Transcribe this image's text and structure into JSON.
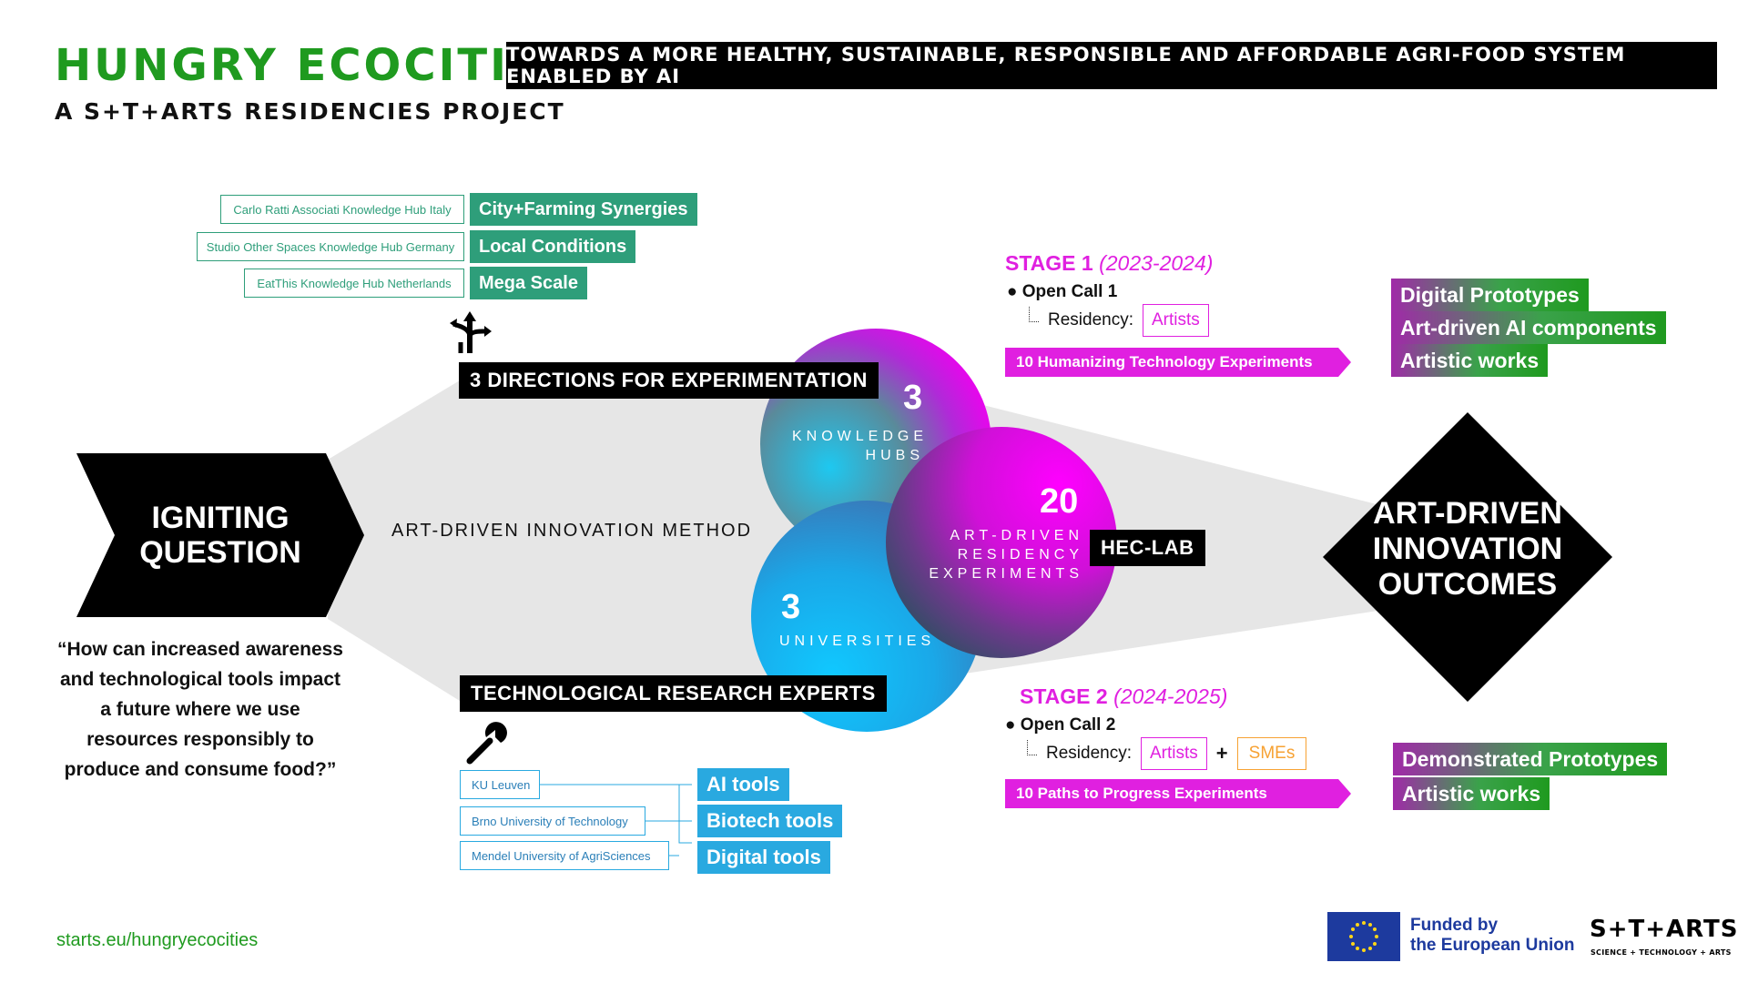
{
  "header": {
    "title": "HUNGRY ECOCITIES",
    "subtitle": "A S+T+ARTS RESIDENCIES PROJECT",
    "tagline": "TOWARDS A MORE HEALTHY, SUSTAINABLE, RESPONSIBLE AND AFFORDABLE AGRI-FOOD SYSTEM ENABLED BY AI"
  },
  "knowledge_hubs": [
    {
      "hub": "Carlo Ratti Associati Knowledge Hub Italy",
      "direction": "City+Farming Synergies"
    },
    {
      "hub": "Studio Other Spaces Knowledge Hub Germany",
      "direction": "Local Conditions"
    },
    {
      "hub": "EatThis Knowledge Hub Netherlands",
      "direction": "Mega Scale"
    }
  ],
  "directions_label": "3 DIRECTIONS FOR EXPERIMENTATION",
  "experts_label": "TECHNOLOGICAL RESEARCH EXPERTS",
  "universities": [
    "KU Leuven",
    "Brno University of Technology",
    "Mendel University of AgriSciences"
  ],
  "tools": [
    "AI tools",
    "Biotech tools",
    "Digital tools"
  ],
  "igniting": {
    "line1": "IGNITING",
    "line2": "QUESTION"
  },
  "question": "“How can increased awareness and technological tools impact a future where we use resources responsibly to produce and consume food?”",
  "method": "ART-DRIVEN INNOVATION METHOD",
  "circles": {
    "hubs": {
      "number": "3",
      "line1": "KNOWLEDGE",
      "line2": "HUBS"
    },
    "universities": {
      "number": "3",
      "line1": "UNIVERSITIES"
    },
    "experiments": {
      "number": "20",
      "line1": "ART-DRIVEN",
      "line2": "RESIDENCY",
      "line3": "EXPERIMENTS"
    }
  },
  "hec_lab": "HEC-LAB",
  "stage1": {
    "label": "STAGE 1",
    "years": "(2023-2024)",
    "open_call": "Open Call 1",
    "residency": "Residency:",
    "artists": "Artists",
    "experiments": "10 Humanizing Technology Experiments"
  },
  "stage2": {
    "label": "STAGE 2",
    "years": "(2024-2025)",
    "open_call": "Open Call 2",
    "residency": "Residency:",
    "artists": "Artists",
    "plus": "+",
    "smes": "SMEs",
    "experiments": "10 Paths to Progress Experiments"
  },
  "outcomes1": [
    "Digital Prototypes",
    "Art-driven AI components",
    "Artistic works"
  ],
  "outcomes2": [
    "Demonstrated Prototypes",
    "Artistic works"
  ],
  "diamond": {
    "line1": "ART-DRIVEN",
    "line2": "INNOVATION",
    "line3": "OUTCOMES"
  },
  "footer": {
    "url": "starts.eu/hungryecocities",
    "eu_line1": "Funded by",
    "eu_line2": "the European Union",
    "starts_logo": "S+T+ARTS",
    "starts_sub": "SCIENCE + TECHNOLOGY + ARTS"
  },
  "colors": {
    "green": "#1f9a1f",
    "teal": "#2e9e7a",
    "blue": "#29a9e0",
    "magenta": "#e020e0",
    "orange": "#f7a233",
    "eu_blue": "#1d3a9e"
  }
}
